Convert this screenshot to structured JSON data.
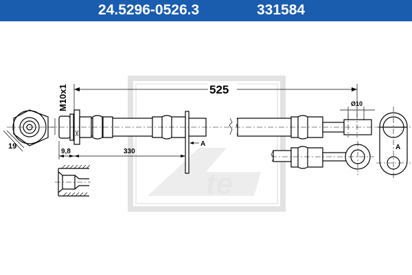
{
  "header": {
    "part_number": "24.5296-0526.3",
    "ref_number": "331584",
    "background": "#1a5cae"
  },
  "dimensions": {
    "total_length": "525",
    "thread": "M10x1",
    "hex_size": "19",
    "nut_length": "9,8",
    "bracket_distance": "330",
    "eye_diameter": "Ø10",
    "view_marker": "A",
    "view_label": "A"
  },
  "watermark": {
    "logo_text": "Ate"
  }
}
